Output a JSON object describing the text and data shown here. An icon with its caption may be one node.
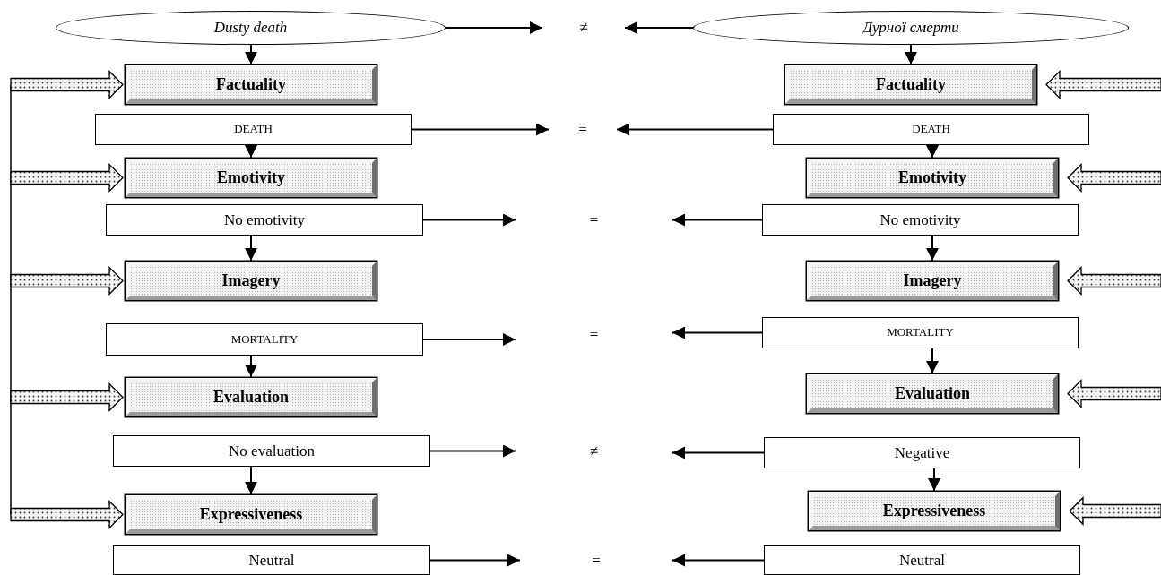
{
  "diagram": {
    "nodes": [
      {
        "text": [
          "Dusty death"
        ]
      },
      {
        "text": [
          "≠"
        ]
      },
      {
        "text": [
          "Дурної смерти"
        ]
      },
      {
        "text": [
          "Factuality"
        ]
      },
      {
        "text": [
          "Factuality"
        ]
      },
      {
        "text": [
          "DEATH"
        ]
      },
      {
        "text": [
          "="
        ]
      },
      {
        "text": [
          "DEATH"
        ]
      },
      {
        "text": [
          "Emotivity"
        ]
      },
      {
        "text": [
          "Emotivity"
        ]
      },
      {
        "text": [
          "No emotivity"
        ]
      },
      {
        "text": [
          "="
        ]
      },
      {
        "text": [
          "No emotivity"
        ]
      },
      {
        "text": [
          "Imagery"
        ]
      },
      {
        "text": [
          "Imagery"
        ]
      },
      {
        "text": [
          "MORTALITY"
        ]
      },
      {
        "text": [
          "="
        ]
      },
      {
        "text": [
          "MORTALITY"
        ]
      },
      {
        "text": [
          "Evaluation"
        ]
      },
      {
        "text": [
          "Evaluation"
        ]
      },
      {
        "text": [
          "No evaluation"
        ]
      },
      {
        "text": [
          "≠"
        ]
      },
      {
        "text": [
          "Negative"
        ]
      },
      {
        "text": [
          "Expressiveness"
        ]
      },
      {
        "text": [
          "Expressiveness"
        ]
      },
      {
        "text": [
          "Neutral"
        ]
      },
      {
        "text": [
          "="
        ]
      },
      {
        "text": [
          "Neutral"
        ]
      }
    ],
    "edges": [
      {
        "from": 0,
        "to": 3,
        "arrow": "to"
      },
      {
        "from": 5,
        "to": 8,
        "arrow": "to"
      },
      {
        "from": 10,
        "to": 13,
        "arrow": "to"
      },
      {
        "from": 15,
        "to": 18,
        "arrow": "to"
      },
      {
        "from": 20,
        "to": 23,
        "arrow": "to"
      },
      {
        "from": 2,
        "to": 4,
        "arrow": "to"
      },
      {
        "from": 7,
        "to": 9,
        "arrow": "to"
      },
      {
        "from": 12,
        "to": 14,
        "arrow": "to"
      },
      {
        "from": 17,
        "to": 19,
        "arrow": "to"
      },
      {
        "from": 22,
        "to": 24,
        "arrow": "to"
      },
      {
        "from": 0,
        "to": 1,
        "arrow": "to"
      },
      {
        "from": 2,
        "to": 1,
        "arrow": "to"
      },
      {
        "from": 5,
        "to": 6,
        "arrow": "to"
      },
      {
        "from": 7,
        "to": 6,
        "arrow": "to"
      },
      {
        "from": 10,
        "to": 11,
        "arrow": "to"
      },
      {
        "from": 12,
        "to": 11,
        "arrow": "to"
      },
      {
        "from": 15,
        "to": 16,
        "arrow": "to"
      },
      {
        "from": 17,
        "to": 16,
        "arrow": "to"
      },
      {
        "from": 20,
        "to": 21,
        "arrow": "to"
      },
      {
        "from": 22,
        "to": 21,
        "arrow": "to"
      },
      {
        "from": 25,
        "to": 26,
        "arrow": "to"
      },
      {
        "from": 27,
        "to": 26,
        "arrow": "to"
      },
      {
        "from": null,
        "to": 3,
        "arrow": "to",
        "style": "thick"
      },
      {
        "from": null,
        "to": 8,
        "arrow": "to",
        "style": "thick"
      },
      {
        "from": null,
        "to": 13,
        "arrow": "to",
        "style": "thick"
      },
      {
        "from": null,
        "to": 18,
        "arrow": "to",
        "style": "thick"
      },
      {
        "from": null,
        "to": 23,
        "arrow": "to",
        "style": "thick"
      },
      {
        "from": null,
        "to": 4,
        "arrow": "to",
        "style": "thick"
      },
      {
        "from": null,
        "to": 9,
        "arrow": "to",
        "style": "thick"
      },
      {
        "from": null,
        "to": 14,
        "arrow": "to",
        "style": "thick"
      },
      {
        "from": null,
        "to": 19,
        "arrow": "to",
        "style": "thick"
      },
      {
        "from": null,
        "to": 24,
        "arrow": "to",
        "style": "thick"
      }
    ]
  }
}
